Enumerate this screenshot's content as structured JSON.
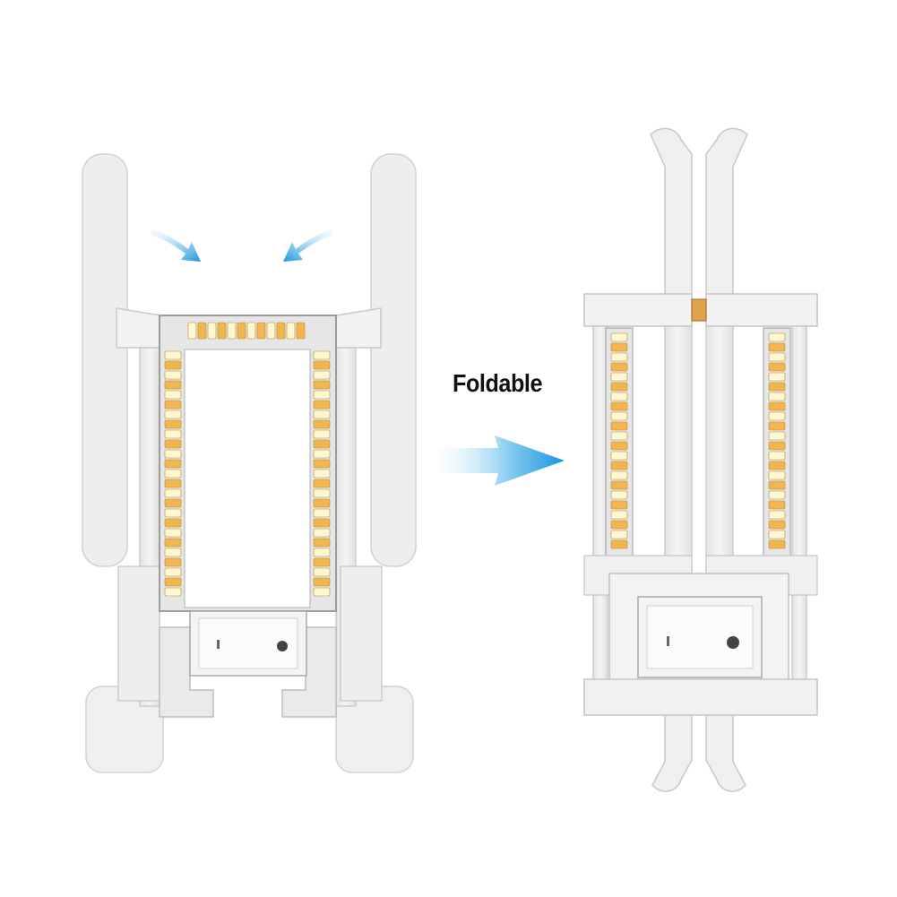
{
  "caption": {
    "text": "Foldable"
  },
  "colors": {
    "frame": "#f1f1f1",
    "frame_shadow": "#cfcfcf",
    "frame_edge": "#b9b9b9",
    "led_warm": "#f3b64e",
    "led_white": "#fff7cf",
    "pcb": "#e9e9e9",
    "arrow_start": "#e8f6fd",
    "arrow_end": "#1e98df"
  },
  "icons": [
    "arrow-in-left-icon",
    "arrow-in-right-icon",
    "arrow-right-icon"
  ],
  "figures": [
    {
      "name": "unfolded-led-stand"
    },
    {
      "name": "folded-led-stand"
    }
  ]
}
